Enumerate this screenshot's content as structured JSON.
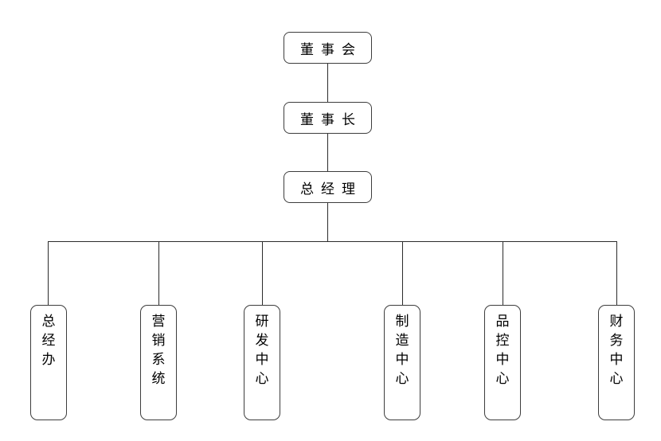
{
  "diagram": {
    "type": "org-chart",
    "background_color": "#ffffff",
    "box_border_color": "#3d3d3d",
    "line_color": "#2b2b2b",
    "text_color": "#000000",
    "chain": [
      {
        "id": "board",
        "label": "董事会"
      },
      {
        "id": "chairman",
        "label": "董事长"
      },
      {
        "id": "general-manager",
        "label": "总经理"
      }
    ],
    "departments": [
      {
        "id": "gm-office",
        "label": "总经办"
      },
      {
        "id": "marketing-system",
        "label": "营销系统"
      },
      {
        "id": "rd-center",
        "label": "研发中心"
      },
      {
        "id": "manufacturing-center",
        "label": "制造中心"
      },
      {
        "id": "quality-control-center",
        "label": "品控中心"
      },
      {
        "id": "finance-center",
        "label": "财务中心"
      }
    ],
    "edges": [
      {
        "from": "board",
        "to": "chairman"
      },
      {
        "from": "chairman",
        "to": "general-manager"
      },
      {
        "from": "general-manager",
        "to": "gm-office"
      },
      {
        "from": "general-manager",
        "to": "marketing-system"
      },
      {
        "from": "general-manager",
        "to": "rd-center"
      },
      {
        "from": "general-manager",
        "to": "manufacturing-center"
      },
      {
        "from": "general-manager",
        "to": "quality-control-center"
      },
      {
        "from": "general-manager",
        "to": "finance-center"
      }
    ]
  }
}
